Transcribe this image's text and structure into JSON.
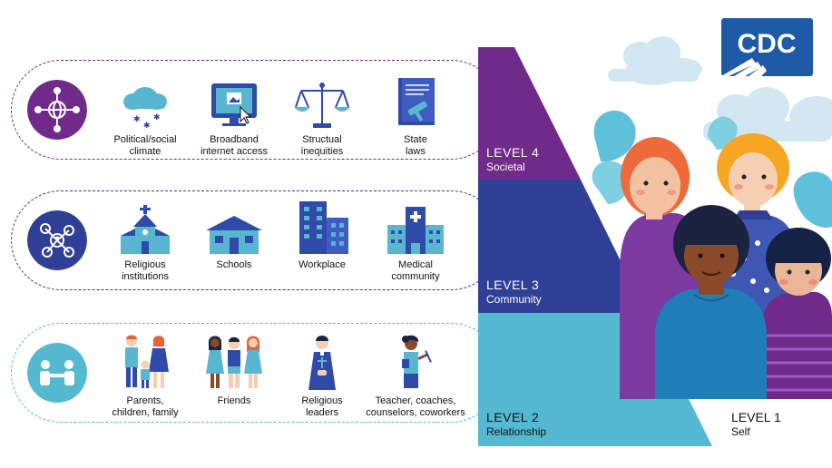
{
  "colors": {
    "societal": "#6f2a8a",
    "community": "#2e3f95",
    "relationship": "#55b9d1",
    "blue": "#2f4aa8",
    "light_blue": "#59b6d1",
    "cloud": "#d2e7f1"
  },
  "logo": {
    "text": "CDC"
  },
  "rows": [
    {
      "badge_icon": "globe-network-icon",
      "items": [
        {
          "icon": "cloud-icon",
          "label": "Political/social\nclimate"
        },
        {
          "icon": "computer-monitor-icon",
          "label": "Broadband\ninternet access"
        },
        {
          "icon": "scales-icon",
          "label": "Structual\ninequities"
        },
        {
          "icon": "law-book-gavel-icon",
          "label": "State\nlaws"
        }
      ]
    },
    {
      "badge_icon": "people-network-icon",
      "items": [
        {
          "icon": "church-icon",
          "label": "Religious\ninstitutions"
        },
        {
          "icon": "school-icon",
          "label": "Schools"
        },
        {
          "icon": "office-building-icon",
          "label": "Workplace"
        },
        {
          "icon": "hospital-icon",
          "label": "Medical\ncommunity"
        }
      ]
    },
    {
      "badge_icon": "handshake-people-icon",
      "items": [
        {
          "icon": "family-icon",
          "label": "Parents,\nchildren, family"
        },
        {
          "icon": "friends-icon",
          "label": "Friends"
        },
        {
          "icon": "religious-leader-icon",
          "label": "Religious\nleaders"
        },
        {
          "icon": "teacher-icon",
          "label": "Teacher, coaches,\ncounselors, coworkers"
        }
      ]
    }
  ],
  "levels": [
    {
      "level": "LEVEL 4",
      "name": "Societal"
    },
    {
      "level": "LEVEL 3",
      "name": "Community"
    },
    {
      "level": "LEVEL 2",
      "name": "Relationship"
    },
    {
      "level": "LEVEL 1",
      "name": "Self"
    }
  ]
}
